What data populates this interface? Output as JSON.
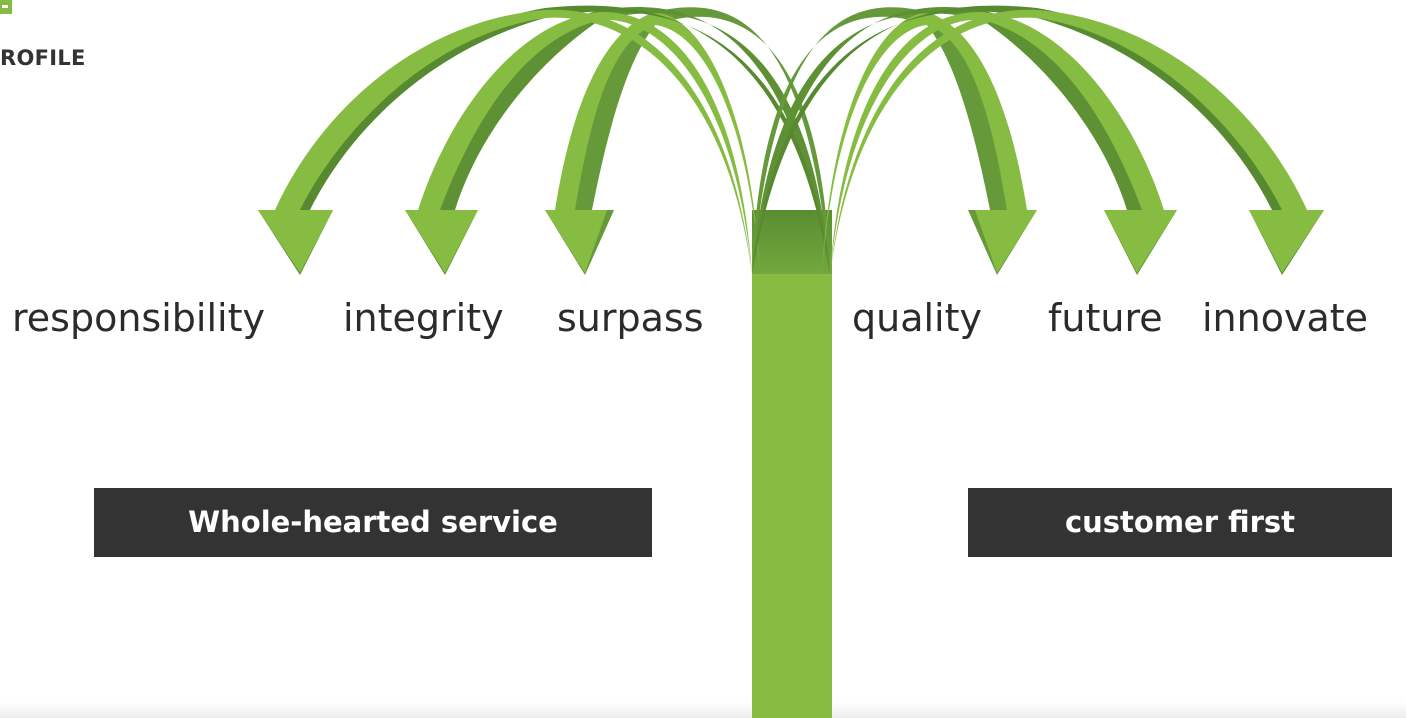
{
  "header": {
    "section_label": "ROFILE"
  },
  "values": {
    "left": [
      "responsibility",
      "integrity",
      "surpass"
    ],
    "right": [
      "quality",
      "future",
      "innovate"
    ]
  },
  "mottos": {
    "left": "Whole-hearted service",
    "right": "customer first"
  },
  "colors": {
    "arrow_light": "#86bc42",
    "arrow_dark": "#64983a",
    "trunk": "#86bc42",
    "motto_bg": "#333333",
    "text": "#2b2b2b"
  }
}
